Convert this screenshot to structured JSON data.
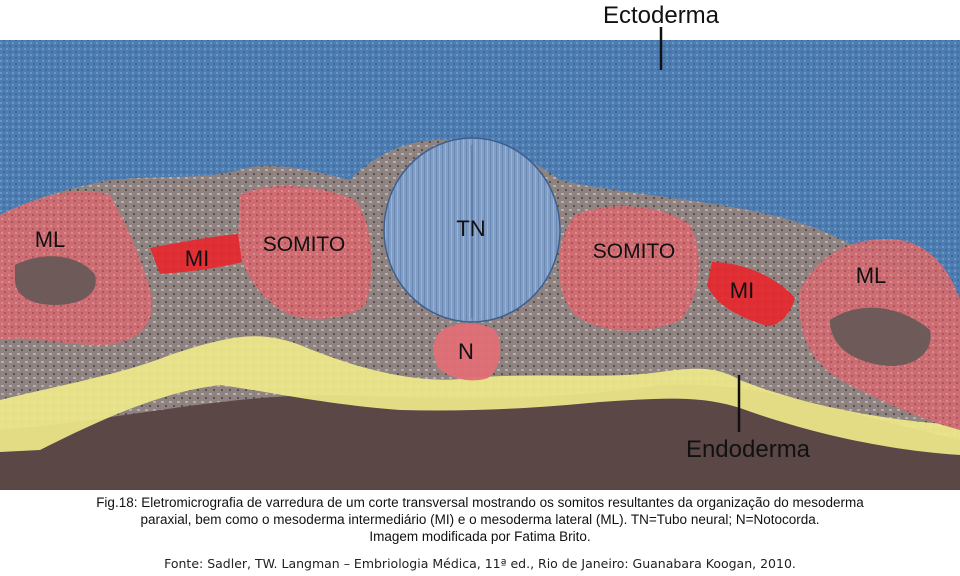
{
  "labels": {
    "ectoderma": "Ectoderma",
    "endoderma": "Endoderma",
    "ml_left": "ML",
    "ml_right": "ML",
    "mi_left": "MI",
    "mi_right": "MI",
    "somito_left": "SOMITO",
    "somito_right": "SOMITO",
    "tn": "TN",
    "n": "N"
  },
  "caption": {
    "line1": "Fig.18: Eletromicrografia de varredura de um corte transversal mostrando os somitos resultantes da organização do mesoderma",
    "line2": "paraxial, bem como o mesoderma intermediário (MI) e o mesoderma lateral (ML). TN=Tubo neural; N=Notocorda.",
    "line3": "Imagem modificada por Fatima Brito."
  },
  "source": "Fonte: Sadler, TW. Langman – Embriologia Médica, 11ª ed., Rio de Janeiro: Guanabara Koogan, 2010.",
  "colors": {
    "ectoderm": "#4f7fb3",
    "mesoderm_red": "#d46b72",
    "intermediate_red": "#e8262b",
    "endoderm_yellow": "#efe98a",
    "tissue_gray": "#8c7e7c",
    "bottom_brown": "#5b4746",
    "neural_tube": "#7f9ec6"
  }
}
